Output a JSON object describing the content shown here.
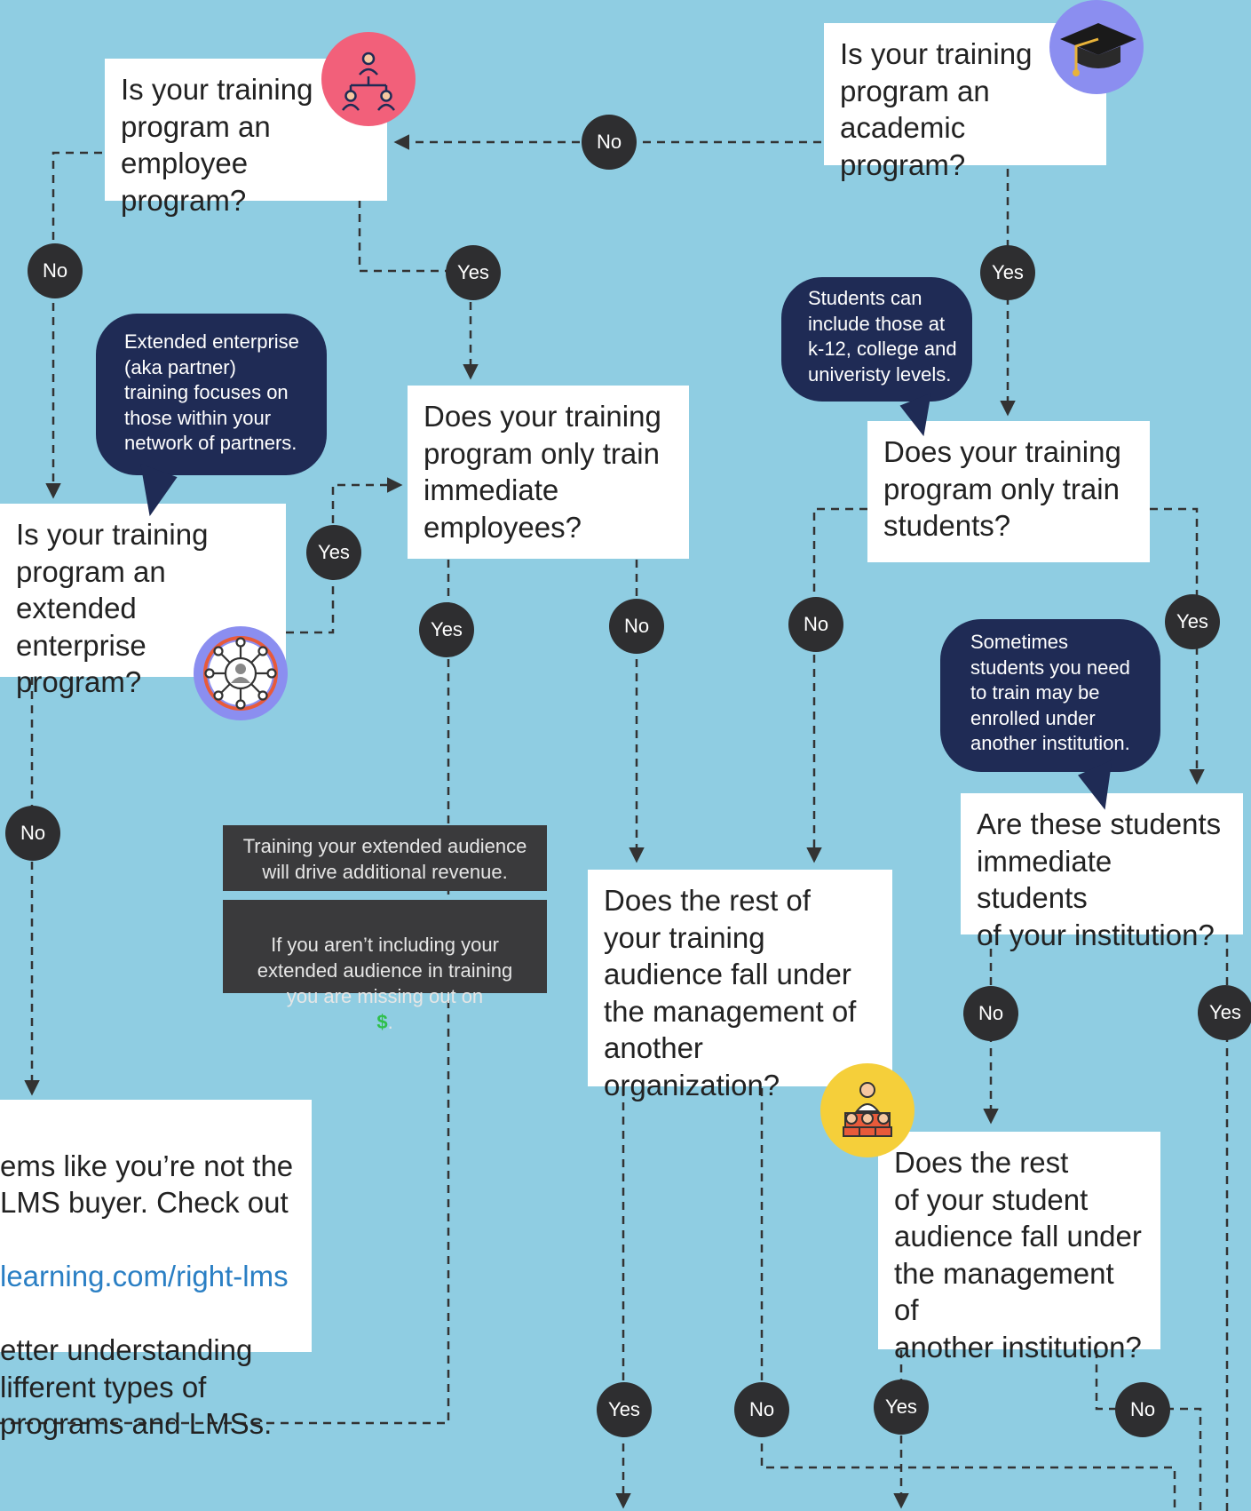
{
  "questions": {
    "academic": "Is your training\nprogram an\nacademic program?",
    "employee": "Is your training\nprogram an\nemployee program?",
    "immediate_employees": "Does your training\nprogram only train\nimmediate\nemployees?",
    "only_students": "Does your training\nprogram only train\nstudents?",
    "extended": "Is your training\nprogram an\nextended enterprise\nprogram?",
    "immediate_students": "Are these students\nimmediate students\nof your institution?",
    "rest_organization": "Does the rest of\nyour training\naudience fall under\nthe management of\nanother organization?",
    "rest_institution": "Does the rest\nof your student\naudience fall under\nthe management of\nanother institution?",
    "not_buyer_line1": "ems like you’re not the\nLMS buyer. Check out",
    "not_buyer_link": "learning.com/right-lms",
    "not_buyer_line2": "etter understanding\nlifferent types of\n programs and LMSs."
  },
  "bubbles": {
    "students": "Students can\ninclude those at\nk-12, college and\nuniveristy levels.",
    "extended": "Extended enterprise\n(aka partner)\ntraining focuses on\nthose within your\nnetwork of partners.",
    "institution": "Sometimes\nstudents you need\nto train may be\nenrolled under\nanother institution."
  },
  "notes": {
    "revenue": "Training your extended audience\nwill drive additional revenue.",
    "missing": "If you aren’t including your\nextended audience in training\nyou are missing out on",
    "missing_symbol": "$",
    "missing_end": "."
  },
  "badges": {
    "yes": "Yes",
    "no": "No"
  },
  "icons": [
    "org-chart-icon",
    "graduation-cap-icon",
    "partner-network-icon",
    "presenter-audience-icon"
  ],
  "colors": {
    "background": "#8fcde2",
    "bubble": "#1f2b55",
    "badge": "#2e2e30",
    "note": "#3a3a3c",
    "link": "#2a7fc4",
    "dollar": "#2fbf4a"
  }
}
